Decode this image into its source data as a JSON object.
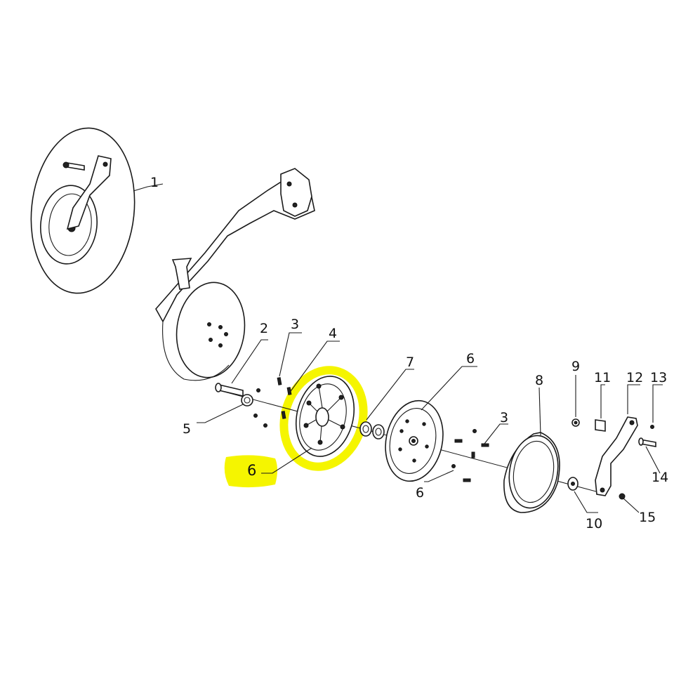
{
  "highlight_color": "#f5f500",
  "callouts": [
    {
      "id": "1",
      "label": "1"
    },
    {
      "id": "2",
      "label": "2"
    },
    {
      "id": "3a",
      "label": "3"
    },
    {
      "id": "4",
      "label": "4"
    },
    {
      "id": "7",
      "label": "7"
    },
    {
      "id": "6a",
      "label": "6"
    },
    {
      "id": "8",
      "label": "8"
    },
    {
      "id": "9",
      "label": "9"
    },
    {
      "id": "11",
      "label": "11"
    },
    {
      "id": "12",
      "label": "12"
    },
    {
      "id": "13",
      "label": "13"
    },
    {
      "id": "5",
      "label": "5"
    },
    {
      "id": "3b",
      "label": "3"
    },
    {
      "id": "14",
      "label": "14"
    },
    {
      "id": "6b",
      "label": "6"
    },
    {
      "id": "6c",
      "label": "6"
    },
    {
      "id": "10",
      "label": "10"
    },
    {
      "id": "15",
      "label": "15"
    }
  ]
}
